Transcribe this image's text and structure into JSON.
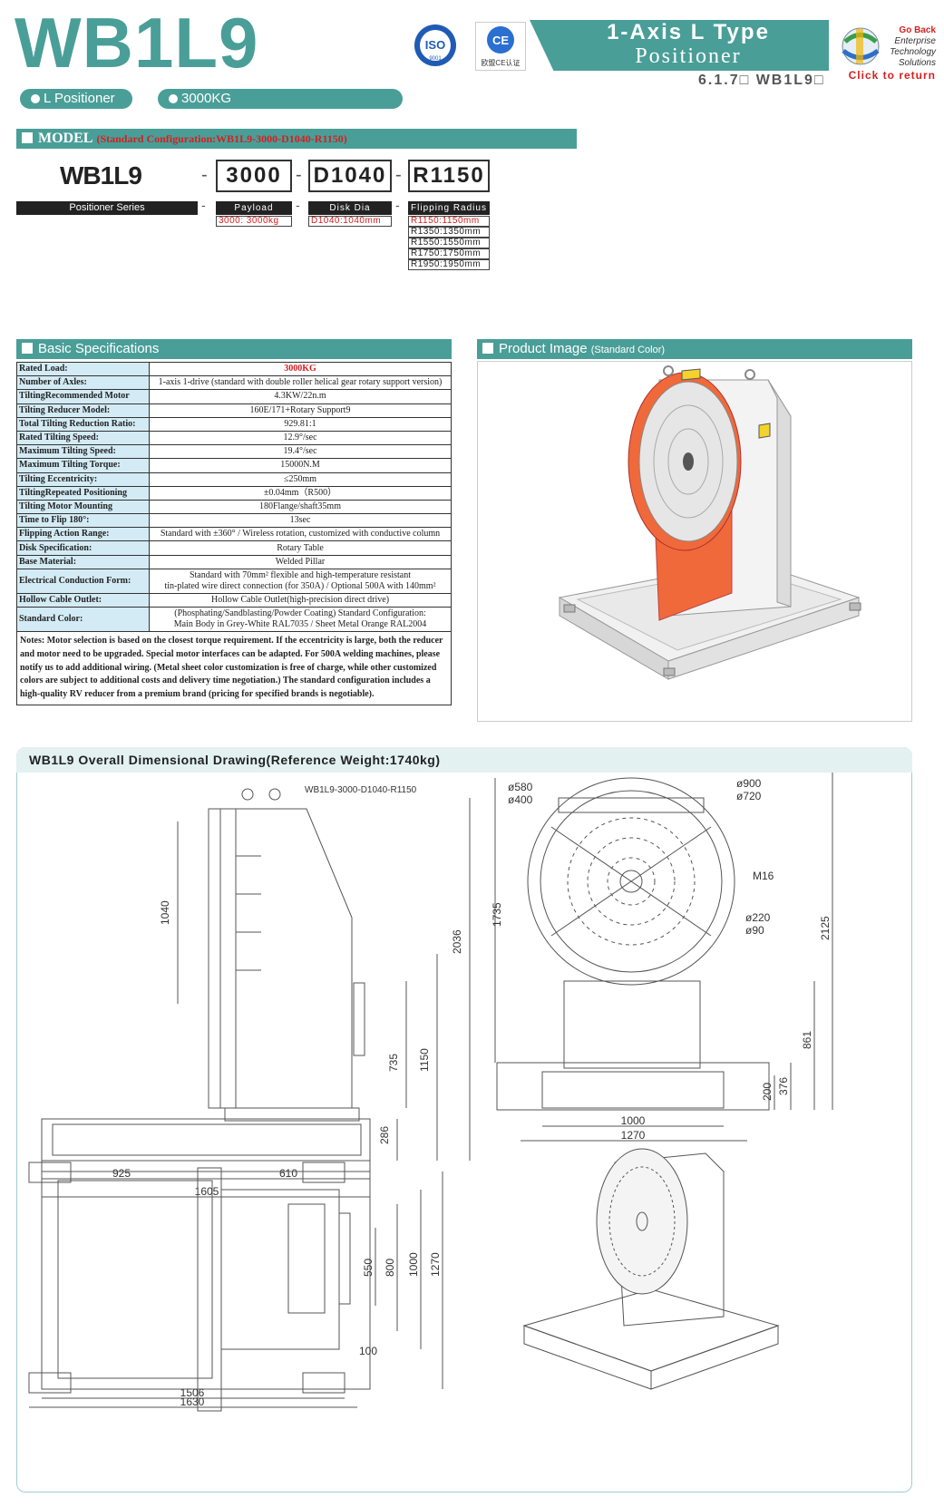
{
  "header": {
    "title": "WB1L9",
    "pill1": "L Positioner",
    "pill2": "3000KG",
    "iso_text": "ISO",
    "iso_sub": "9001",
    "ce_text": "欧盟CE认证",
    "ribbon_line1": "1-Axis L Type",
    "ribbon_line2": "Positioner",
    "section_code": "6.1.7□ WB1L9□",
    "goback_line1": "Go Back",
    "goback_line2": "Enterprise",
    "goback_line3": "Technology",
    "goback_line4": "Solutions",
    "goback_link": "Click to return",
    "accent_color": "#4a9e98"
  },
  "model": {
    "bar_label": "MODEL",
    "std_config": "(Standard Configuration:WB1L9-3000-D1040-R1150)",
    "series_code": "WB1L9",
    "series_label": "Positioner Series",
    "payload_code": "3000",
    "payload_label": "Payload",
    "payload_opts": [
      "3000: 3000kg"
    ],
    "disk_code": "D1040",
    "disk_label": "Disk Dia",
    "disk_opts": [
      "D1040:1040mm"
    ],
    "radius_code": "R1150",
    "radius_label": "Flipping Radius",
    "radius_opts": [
      "R1150:1150mm",
      "R1350:1350mm",
      "R1550:1550mm",
      "R1750:1750mm",
      "R1950:1950mm"
    ]
  },
  "spec": {
    "bar_label": "Basic Specifications",
    "rows": [
      {
        "k": "Rated Load:",
        "v": "3000KG"
      },
      {
        "k": "Number of Axles:",
        "v": "1-axis 1-drive (standard with double roller helical gear rotary support version)"
      },
      {
        "k": "TiltingRecommended Motor",
        "v": "4.3KW/22n.m"
      },
      {
        "k": "Tilting Reducer Model:",
        "v": "160E/171+Rotary Support9"
      },
      {
        "k": "Total Tilting Reduction Ratio:",
        "v": "929.81:1"
      },
      {
        "k": "Rated Tilting Speed:",
        "v": "12.9°/sec"
      },
      {
        "k": "Maximum Tilting Speed:",
        "v": "19.4°/sec"
      },
      {
        "k": "Maximum Tilting Torque:",
        "v": "15000N.M"
      },
      {
        "k": "Tilting Eccentricity:",
        "v": "≤250mm"
      },
      {
        "k": "TiltingRepeated Positioning",
        "v": "±0.04mm（R500）"
      },
      {
        "k": "Tilting Motor Mounting",
        "v": "180Flange/shaft35mm"
      },
      {
        "k": "Time to Flip 180°:",
        "v": "13sec"
      },
      {
        "k": "Flipping Action Range:",
        "v": "Standard with ±360° / Wireless rotation, customized with conductive column"
      },
      {
        "k": "Disk Specification:",
        "v": "Rotary Table"
      },
      {
        "k": "Base Material:",
        "v": "Welded Pillar"
      }
    ],
    "elec_k": "Electrical Conduction Form:",
    "elec_v1": "Standard with 70mm² flexible and high-temperature resistant",
    "elec_v2": "tin-plated wire direct connection (for 350A) / Optional 500A with 140mm²",
    "hollow_k": "Hollow Cable Outlet:",
    "hollow_v": "Hollow Cable Outlet(high-precision direct drive)",
    "color_k": "Standard Color:",
    "color_v1": "(Phosphating/Sandblasting/Powder Coating) Standard Configuration:",
    "color_v2": "Main Body in Grey-White RAL7035 / Sheet Metal Orange RAL2004",
    "notes": "Notes: Motor selection is based on the closest torque requirement. If the eccentricity is large, both the reducer and motor need to be upgraded. Special motor interfaces can be adapted. For 500A welding machines, please notify us to add additional wiring. (Metal sheet color customization is free of charge, while other customized colors are subject to additional costs and delivery time negotiation.) The standard configuration includes a high-quality RV reducer from a premium brand (pricing for specified brands is negotiable).",
    "key_bg": "#d3ebf5"
  },
  "product": {
    "bar_label": "Product Image",
    "bar_sub": "(Standard Color)",
    "orange": "#f0693a",
    "grey": "#e6e6e6"
  },
  "drawing": {
    "title": "WB1L9 Overall Dimensional Drawing(Reference Weight:1740kg)",
    "model_ref": "WB1L9-3000-D1040-R1150",
    "side": {
      "d1040": "1040",
      "d2036": "2036",
      "d1150": "1150",
      "d735": "735",
      "d286": "286",
      "d925": "925",
      "d610": "610",
      "d1605": "1605"
    },
    "front": {
      "phi580": "ø580",
      "phi400": "ø400",
      "phi900": "ø900",
      "phi720": "ø720",
      "m16": "M16",
      "phi220": "ø220",
      "phi90": "ø90",
      "d1735": "1735",
      "d2125": "2125",
      "d861": "861",
      "d376": "376",
      "d200": "200",
      "d1000": "1000",
      "d1270": "1270"
    },
    "top": {
      "d550": "550",
      "d800": "800",
      "d1000": "1000",
      "d1270": "1270",
      "d100": "100",
      "d1506": "1506",
      "d1630": "1630"
    }
  }
}
